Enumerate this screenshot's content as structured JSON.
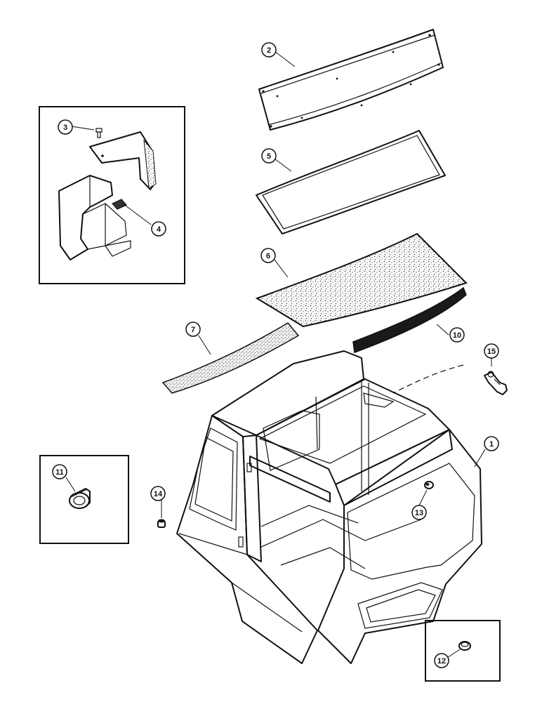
{
  "diagram": {
    "type": "exploded parts diagram",
    "callouts": {
      "c1": "1",
      "c2": "2",
      "c3": "3",
      "c4": "4",
      "c5": "5",
      "c6": "6",
      "c7": "7",
      "c10": "10",
      "c11": "11",
      "c12": "12",
      "c13": "13",
      "c14": "14",
      "c15": "15"
    }
  },
  "colors": {
    "line": "#111111",
    "speckle": "#8a8a8a",
    "dark_strip": "#1a1a1a",
    "background": "#ffffff"
  }
}
